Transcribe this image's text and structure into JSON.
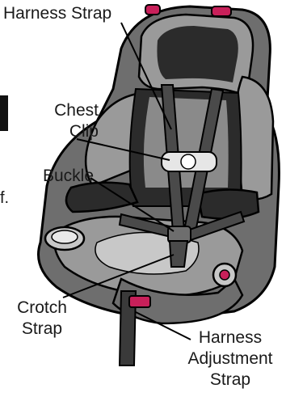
{
  "diagram": {
    "labels": {
      "harness_strap": "Harness Strap",
      "chest_clip": [
        "Chest",
        "Clip"
      ],
      "buckle": "Buckle",
      "crotch_strap": [
        "Crotch",
        "Strap"
      ],
      "harness_adjustment_strap": [
        "Harness",
        "Adjustment",
        "Strap"
      ]
    },
    "edge_fragment": "f."
  },
  "colors": {
    "seat_dark": "#2b2b2b",
    "seat_mid": "#6e6e6e",
    "seat_light": "#9a9a9a",
    "seat_pale": "#c8c8c8",
    "harness": "#4a4a4a",
    "accent": "#c8205a",
    "outline": "#000000"
  }
}
